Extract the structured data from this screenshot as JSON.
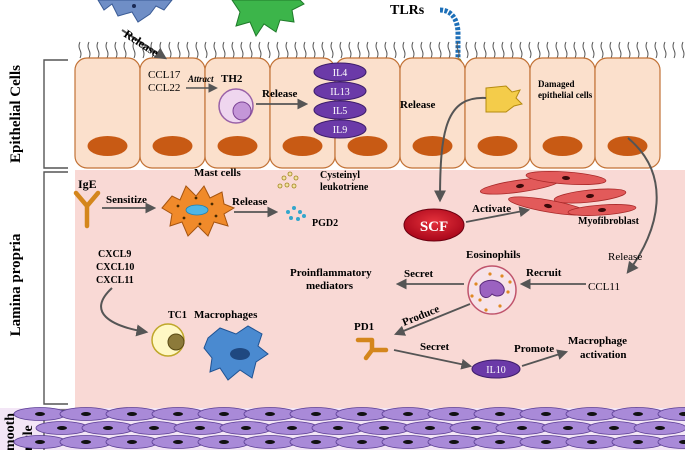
{
  "layers": {
    "epithelial": "Epithelial Cells",
    "lamina": "Lamina propria",
    "smooth_a": "y smooth",
    "smooth_b": "uscle"
  },
  "labels": {
    "tlrs": "TLRs",
    "release_top": "Release",
    "ccl17": "CCL17",
    "ccl22": "CCL22",
    "attract": "Attract",
    "th2": "TH2",
    "release_th2": "Release",
    "il4": "IL4",
    "il13": "IL13",
    "il5": "IL5",
    "il9": "IL9",
    "release_epi": "Release",
    "damaged": [
      "Damaged",
      "epithelial cells"
    ],
    "ige": "IgE",
    "sensitize": "Sensitize",
    "mast_cells": "Mast cells",
    "release_mast": "Release",
    "cysteinyl": [
      "Cysteinyl",
      "leukotriene"
    ],
    "pgd2": "PGD2",
    "scf": "SCF",
    "activate": "Activate",
    "myofibroblast": "Myofibroblast",
    "release_ccl11": "Release",
    "ccl11": "CCL11",
    "recruit": "Recruit",
    "eosinophils": "Eosinophils",
    "secret1": "Secret",
    "proinflammatory": [
      "Proinflammatory",
      "mediators"
    ],
    "produce": "Produce",
    "pd1": "PD1",
    "secret2": "Secret",
    "il10": "IL10",
    "promote": "Promote",
    "macrophage_activation": [
      "Macrophage",
      "activation"
    ],
    "cxcl9": "CXCL9",
    "cxcl10": "CXCL10",
    "cxcl11": "CXCL11",
    "tc1": "TC1",
    "macrophages": "Macrophages"
  },
  "colors": {
    "epithelium_fill": "#fbe0cc",
    "lamina_fill": "#f9d9d5",
    "nucleus": "#c85a14",
    "interleukin": "#6b3aa8",
    "scf": "#c8102e",
    "myofibroblast": "#e25a5a",
    "smooth_muscle": "#a98ad8"
  }
}
